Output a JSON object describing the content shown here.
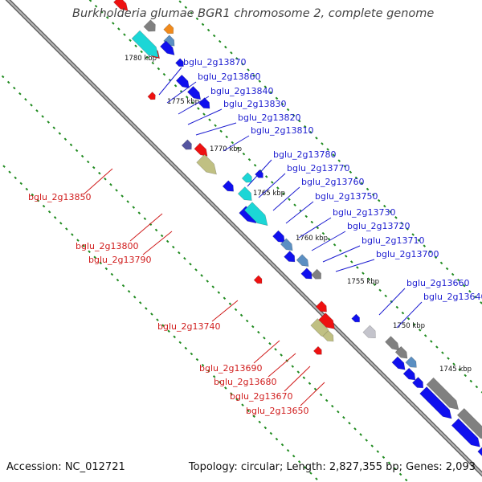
{
  "title": "Burkholderia glumae BGR1 chromosome 2, complete genome",
  "footer": {
    "accession": "Accession: NC_012721",
    "info": "Topology: circular; Length: 2,827,355 bp; Genes: 2,093"
  },
  "colors": {
    "backbone": "#8c8c8c",
    "forward_gene": "#1010ee",
    "reverse_gene": "#ee1111",
    "forward_label": "#1c1cd0",
    "reverse_label": "#d01c1c",
    "tick_dots": "#1e8a1e",
    "cds_cyan": "#1cd6d6",
    "cds_gray": "#808080",
    "cds_steel": "#5b8fc2",
    "cds_olive": "#c0c083",
    "cds_orange": "#f08a1c",
    "cds_slate": "#5555a0",
    "cds_silver": "#c4c4cc"
  },
  "ticks": [
    "1780 kbp",
    "1775 kbp",
    "1770 kbp",
    "1765 kbp",
    "1760 kbp",
    "1755 kbp",
    "1750 kbp",
    "1745 kbp"
  ],
  "forward_labels": [
    "bglu_2g13870",
    "bglu_2g13860",
    "bglu_2g13840",
    "bglu_2g13830",
    "bglu_2g13820",
    "bglu_2g13810",
    "bglu_2g13780",
    "bglu_2g13770",
    "bglu_2g13760",
    "bglu_2g13750",
    "bglu_2g13730",
    "bglu_2g13720",
    "bglu_2g13710",
    "bglu_2g13700",
    "bglu_2g13660",
    "bglu_2g13640"
  ],
  "reverse_labels": [
    "bglu_2g13850",
    "bglu_2g13800",
    "bglu_2g13790",
    "bglu_2g13740",
    "bglu_2g13690",
    "bglu_2g13680",
    "bglu_2g13670",
    "bglu_2g13650"
  ]
}
